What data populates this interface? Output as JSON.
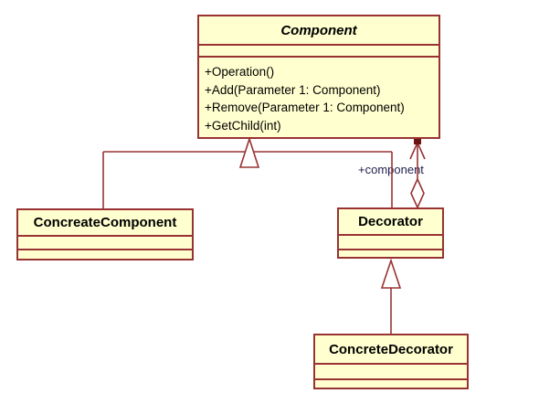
{
  "diagram": {
    "background_color": "#FFFFFF",
    "box_fill_color": "#FFFFCF",
    "line_color": "#993333",
    "text_color": "#000000",
    "label_color": "#1F1F4E"
  },
  "classes": {
    "component": {
      "name": "Component",
      "stereotype_abstract": true,
      "attributes": [],
      "methods": [
        "+Operation()",
        "+Add(Parameter 1: Component)",
        "+Remove(Parameter 1: Component)",
        "+GetChild(int)"
      ]
    },
    "concreate_component": {
      "name": "ConcreateComponent",
      "attributes": [],
      "methods": []
    },
    "decorator": {
      "name": "Decorator",
      "attributes": [],
      "methods": []
    },
    "concrete_decorator": {
      "name": "ConcreteDecorator",
      "attributes": [],
      "methods": []
    }
  },
  "relationships": {
    "generalization_1": "ConcreateComponent -> Component",
    "generalization_2": "Decorator -> Component",
    "generalization_3": "ConcreteDecorator -> Decorator",
    "aggregation": "Decorator o-> Component",
    "aggregation_label": "+component"
  }
}
